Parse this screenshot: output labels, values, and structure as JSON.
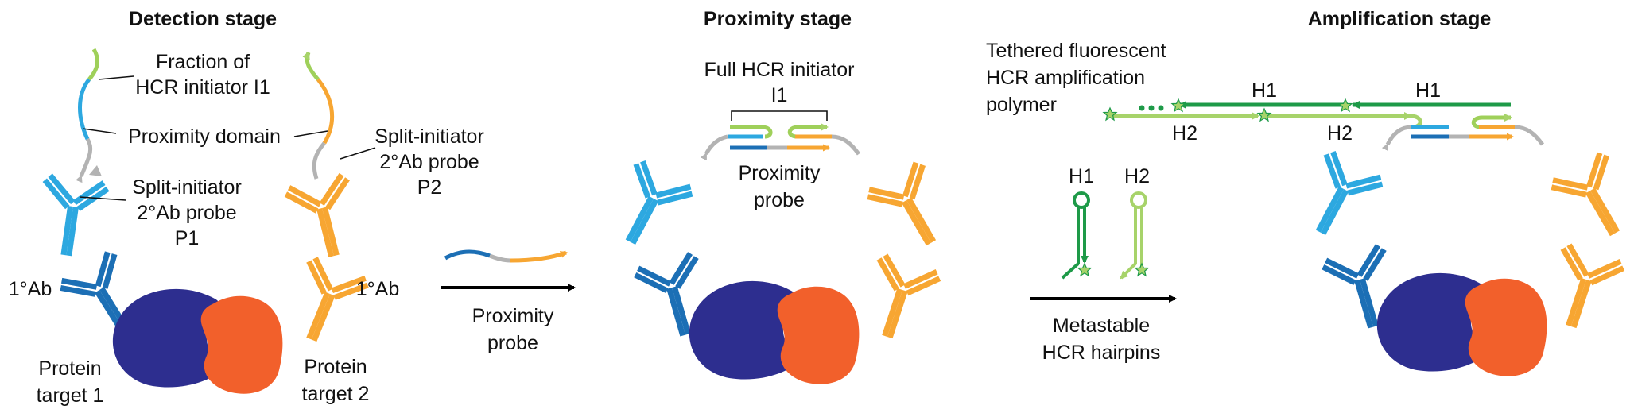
{
  "colors": {
    "ab_light_blue": "#2da8e0",
    "ab_dark_blue": "#1c6fb5",
    "ab_orange": "#f7a632",
    "linker_gray": "#b3b3b3",
    "split_init_green": "#9fd05a",
    "hairpin_h1_dark_green": "#1e9a48",
    "hairpin_h2_light_green": "#a7d36a",
    "protein_1_navy": "#2d2e8f",
    "protein_2_orange": "#f2602b",
    "arrow_black": "#000000"
  },
  "detection": {
    "title": "Detection stage",
    "fraction_line1": "Fraction of",
    "fraction_line2": "HCR initiator I1",
    "proximity_domain": "Proximity domain",
    "p1_line1": "Split-initiator",
    "p1_line2": "2°Ab probe",
    "p1_line3": "P1",
    "p2_line1": "Split-initiator",
    "p2_line2": "2°Ab probe",
    "p2_line3": "P2",
    "ab1_left": "1°Ab",
    "ab1_right": "1°Ab",
    "protein1_line1": "Protein",
    "protein1_line2": "target 1",
    "protein2_line1": "Protein",
    "protein2_line2": "target 2"
  },
  "step1": {
    "label_line1": "Proximity",
    "label_line2": "probe"
  },
  "proximity": {
    "title": "Proximity stage",
    "full_init_line1": "Full HCR initiator",
    "full_init_line2": "I1",
    "probe_line1": "Proximity",
    "probe_line2": "probe"
  },
  "step2": {
    "h1": "H1",
    "h2": "H2",
    "label_line1": "Metastable",
    "label_line2": "HCR hairpins"
  },
  "amplification": {
    "title": "Amplification stage",
    "tethered_line1": "Tethered fluorescent",
    "tethered_line2": "HCR amplification",
    "tethered_line3": "polymer",
    "h1_a": "H1",
    "h1_b": "H1",
    "h2_a": "H2",
    "h2_b": "H2"
  }
}
